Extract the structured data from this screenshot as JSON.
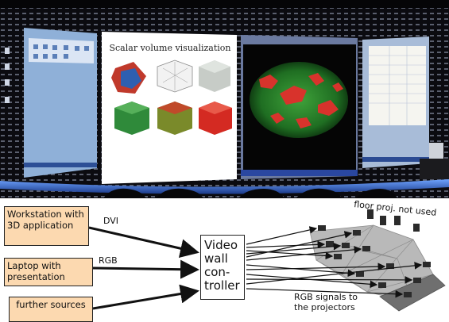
{
  "photo": {
    "screen_title": "Scalar volume visualization"
  },
  "diagram": {
    "sources": [
      {
        "label": "Workstation with 3D application",
        "signal": "DVI"
      },
      {
        "label": "Laptop with presentation",
        "signal": "RGB"
      },
      {
        "label": "further sources",
        "signal": ""
      }
    ],
    "controller_label": "Video wall con- troller",
    "output_label": "RGB signals to the projectors",
    "floor_note": "floor proj. not used"
  }
}
